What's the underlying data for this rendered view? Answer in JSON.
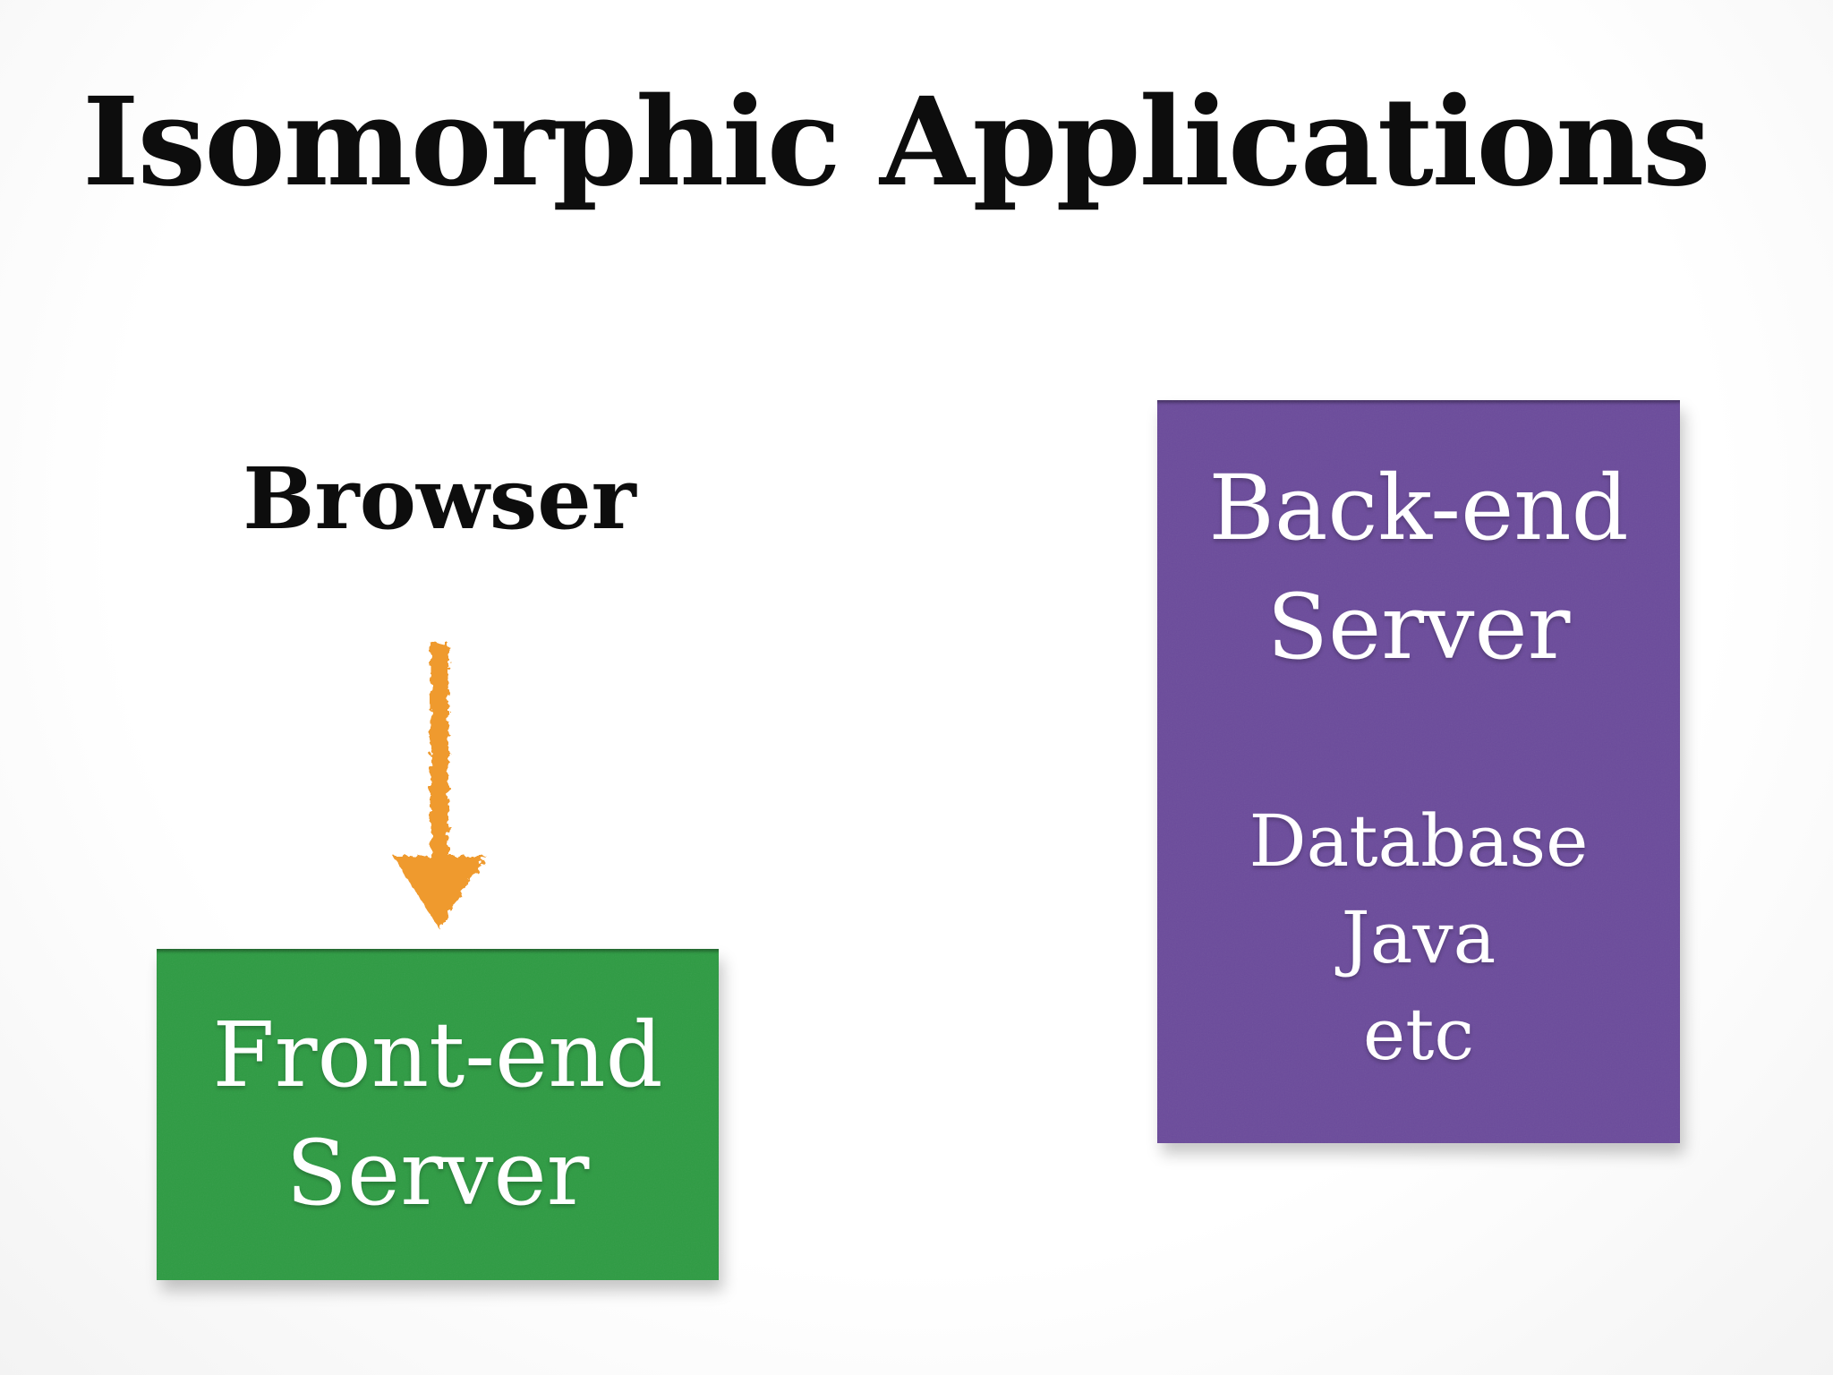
{
  "slide": {
    "title": "Isomorphic Applications",
    "browser_label": "Browser",
    "flow_arrow_icon": "crayon-down-arrow",
    "frontend_box": {
      "lines": [
        "Front-end",
        "Server"
      ]
    },
    "backend_box": {
      "title_lines": [
        "Back-end",
        "Server"
      ],
      "detail_lines": [
        "Database",
        "Java",
        "etc"
      ]
    },
    "colors": {
      "green": "#2e9b43",
      "purple": "#6b4b9b",
      "orange": "#ef9a2d",
      "ink": "#0d0d0d"
    }
  }
}
